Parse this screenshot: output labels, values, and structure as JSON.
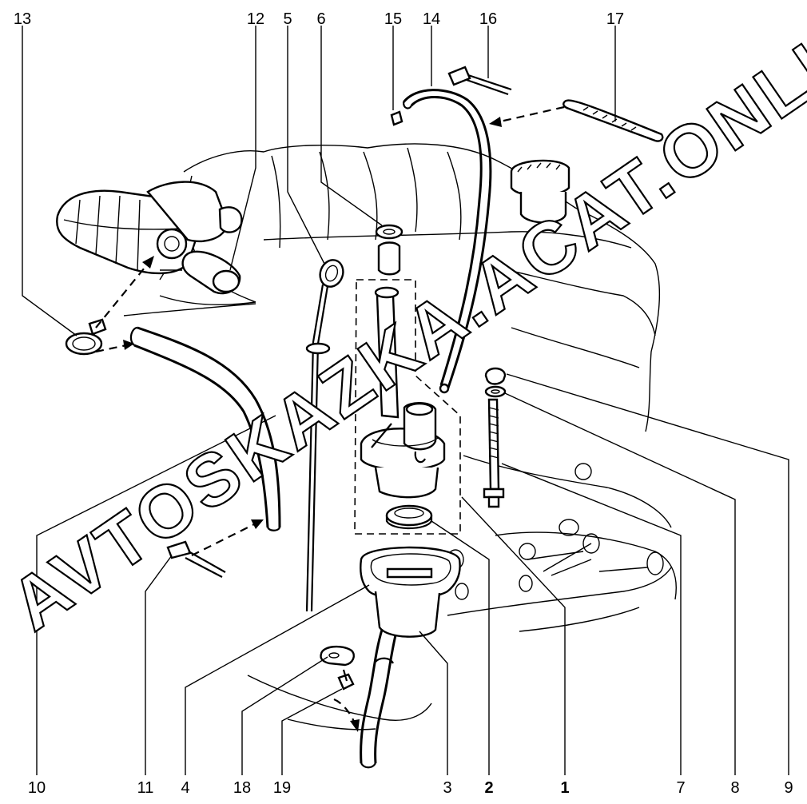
{
  "diagram": {
    "callouts": [
      {
        "id": "13",
        "bold": false
      },
      {
        "id": "12",
        "bold": false
      },
      {
        "id": "5",
        "bold": false
      },
      {
        "id": "6",
        "bold": false
      },
      {
        "id": "15",
        "bold": false
      },
      {
        "id": "14",
        "bold": false
      },
      {
        "id": "16",
        "bold": false
      },
      {
        "id": "17",
        "bold": false
      },
      {
        "id": "10",
        "bold": false
      },
      {
        "id": "11",
        "bold": false
      },
      {
        "id": "4",
        "bold": false
      },
      {
        "id": "18",
        "bold": false
      },
      {
        "id": "19",
        "bold": false
      },
      {
        "id": "3",
        "bold": false
      },
      {
        "id": "2",
        "bold": true
      },
      {
        "id": "1",
        "bold": true
      },
      {
        "id": "7",
        "bold": false
      },
      {
        "id": "8",
        "bold": false
      },
      {
        "id": "9",
        "bold": false
      }
    ],
    "watermark": "AVTOSKAZKA.ACAT.ONLINE"
  }
}
